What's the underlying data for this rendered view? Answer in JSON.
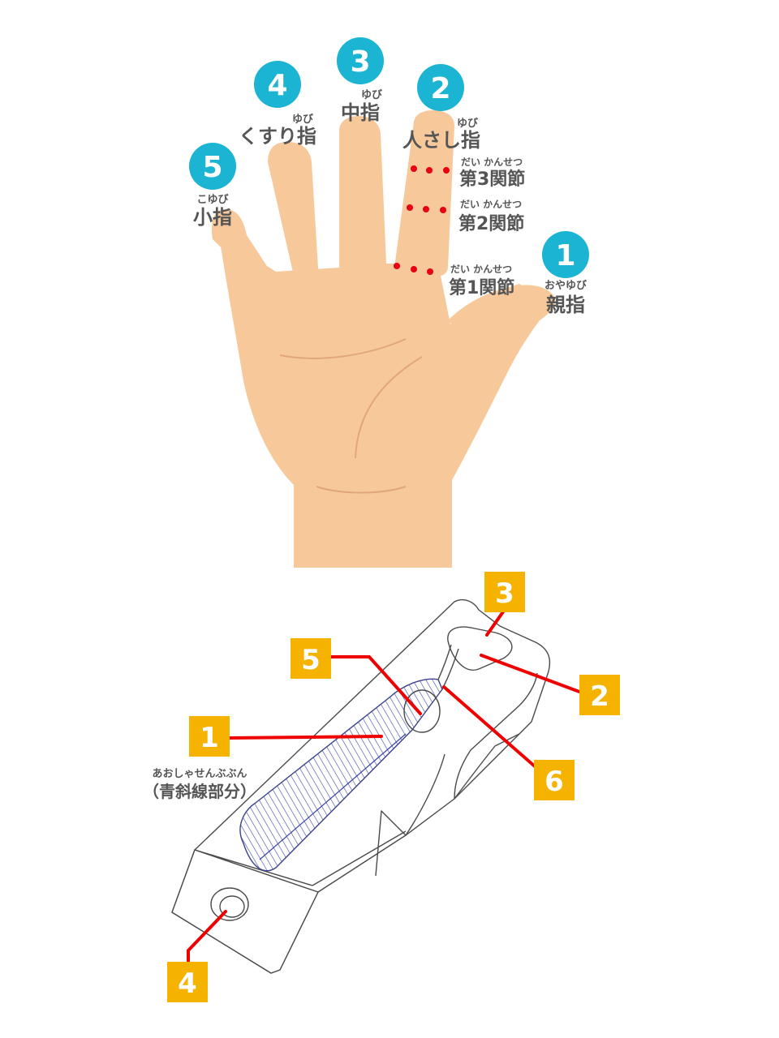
{
  "colors": {
    "skin": "#f7c99a",
    "skin_line": "#e1a77a",
    "badge_blue": "#1bb4d2",
    "badge_gold": "#f5b300",
    "leader_red": "#ee0000",
    "dot_red": "#e60012",
    "text_gray": "#555555",
    "hatch_blue": "#3a45a8"
  },
  "hand": {
    "fingers": [
      {
        "number": "1",
        "ruby": "おやゆび",
        "name": "親指"
      },
      {
        "number": "2",
        "ruby": "ゆび",
        "name": "人さし指"
      },
      {
        "number": "3",
        "ruby": "ゆび",
        "name": "中指"
      },
      {
        "number": "4",
        "ruby": "ゆび",
        "name": "くすり指"
      },
      {
        "number": "5",
        "ruby": "こゆび",
        "name": "小指"
      }
    ],
    "joints": [
      {
        "ruby": "だい かんせつ",
        "name": "第3関節"
      },
      {
        "ruby": "だい かんせつ",
        "name": "第2関節"
      },
      {
        "ruby": "だい かんせつ",
        "name": "第1関節"
      }
    ]
  },
  "tool": {
    "callouts": [
      "1",
      "2",
      "3",
      "4",
      "5",
      "6"
    ],
    "hatch_note": {
      "ruby": "あおしゃせんぶぶん",
      "label": "（青斜線部分）"
    }
  }
}
